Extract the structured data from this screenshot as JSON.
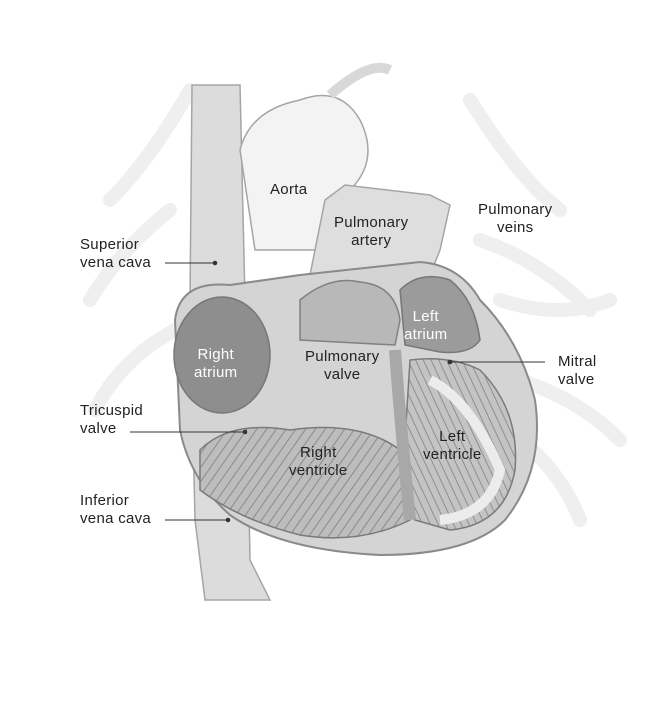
{
  "diagram": {
    "labels": {
      "superior_vena_cava": [
        "Superior",
        "vena cava"
      ],
      "tricuspid_valve": [
        "Tricuspid",
        "valve"
      ],
      "inferior_vena_cava": [
        "Inferior",
        "vena cava"
      ],
      "aorta": [
        "Aorta"
      ],
      "pulmonary_artery": [
        "Pulmonary",
        "artery"
      ],
      "pulmonary_veins": [
        "Pulmonary",
        "veins"
      ],
      "right_atrium": [
        "Right",
        "atrium"
      ],
      "pulmonary_valve": [
        "Pulmonary",
        "valve"
      ],
      "left_atrium": [
        "Left",
        "atrium"
      ],
      "mitral_valve": [
        "Mitral",
        "valve"
      ],
      "right_ventricle": [
        "Right",
        "ventricle"
      ],
      "left_ventricle": [
        "Left",
        "ventricle"
      ]
    },
    "colors": {
      "tissue_light": "#e4e4e4",
      "tissue_mid": "#c9c9c9",
      "chamber_dark": "#8e8e8e",
      "vessel_light": "#f1f1f1",
      "outline": "#9a9a9a",
      "leader": "#333333"
    }
  }
}
